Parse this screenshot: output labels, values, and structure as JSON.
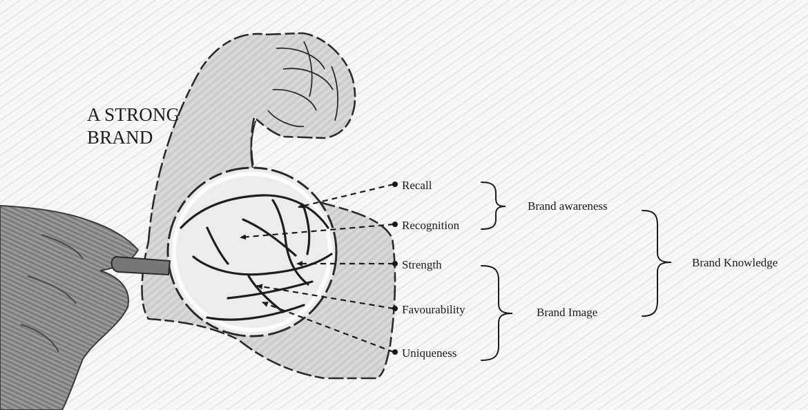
{
  "title": {
    "line1": "A STRONG",
    "line2": "BRAND"
  },
  "dimensions": [
    {
      "label": "Recall"
    },
    {
      "label": "Recognition"
    },
    {
      "label": "Strength"
    },
    {
      "label": "Favourability"
    },
    {
      "label": "Uniqueness"
    }
  ],
  "groups": {
    "awareness": "Brand awareness",
    "image": "Brand Image",
    "knowledge": "Brand Knowledge"
  },
  "colors": {
    "ink": "#1a1a1a",
    "skin": "#d2d2d2",
    "lens": "#ececec",
    "hand": "#8e8e8e"
  }
}
